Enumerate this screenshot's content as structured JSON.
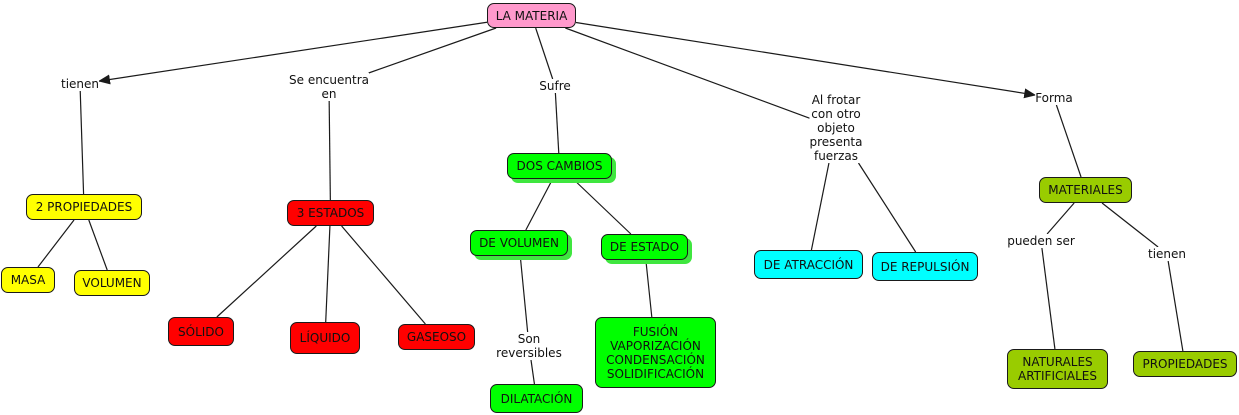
{
  "title": "LA MATERIA",
  "colors": {
    "root": "#ff99cc",
    "yellow": "#ffff00",
    "red": "#ff0000",
    "green": "#00ff00",
    "cyan": "#00ffff",
    "olive": "#99cc00",
    "line": "#1a1a1a"
  },
  "concepts": [
    {
      "id": "la-materia",
      "label": "LA MATERIA",
      "color": "root"
    },
    {
      "id": "2-propiedades",
      "label": "2 PROPIEDADES",
      "color": "yellow"
    },
    {
      "id": "masa",
      "label": "MASA",
      "color": "yellow"
    },
    {
      "id": "volumen",
      "label": "VOLUMEN",
      "color": "yellow"
    },
    {
      "id": "3-estados",
      "label": "3 ESTADOS",
      "color": "red"
    },
    {
      "id": "solido",
      "label": "SÓLIDO",
      "color": "red"
    },
    {
      "id": "liquido",
      "label": "LÍQUIDO",
      "color": "red"
    },
    {
      "id": "gaseoso",
      "label": "GASEOSO",
      "color": "red"
    },
    {
      "id": "dos-cambios",
      "label": "DOS CAMBIOS",
      "color": "green"
    },
    {
      "id": "de-volumen",
      "label": "DE VOLUMEN",
      "color": "green"
    },
    {
      "id": "de-estado",
      "label": "DE ESTADO",
      "color": "green"
    },
    {
      "id": "dilatacion",
      "label": "DILATACIÓN",
      "color": "green"
    },
    {
      "id": "cambios-estado",
      "label": "FUSIÓN\nVAPORIZACIÓN\nCONDENSACIÓN\nSOLIDIFICACIÓN",
      "color": "green"
    },
    {
      "id": "de-atraccion",
      "label": "DE ATRACCIÓN",
      "color": "cyan"
    },
    {
      "id": "de-repulsion",
      "label": "DE REPULSIÓN",
      "color": "cyan"
    },
    {
      "id": "materiales",
      "label": "MATERIALES",
      "color": "olive"
    },
    {
      "id": "naturales-artificiales",
      "label": "NATURALES\nARTIFICIALES",
      "color": "olive"
    },
    {
      "id": "propiedades",
      "label": "PROPIEDADES",
      "color": "olive"
    }
  ],
  "linking_phrases": [
    {
      "id": "tienen-1",
      "label": "tienen"
    },
    {
      "id": "se-encuentra-en",
      "label": "Se encuentra\nen"
    },
    {
      "id": "sufre",
      "label": "Sufre"
    },
    {
      "id": "al-frotar",
      "label": "Al frotar\ncon otro\nobjeto\npresenta\nfuerzas"
    },
    {
      "id": "forma",
      "label": "Forma"
    },
    {
      "id": "son-reversibles",
      "label": "Son\nreversibles"
    },
    {
      "id": "pueden-ser",
      "label": "pueden ser"
    },
    {
      "id": "tienen-2",
      "label": "tienen"
    }
  ],
  "connections": [
    {
      "from": "la-materia",
      "to": "tienen-1",
      "arrow": true
    },
    {
      "from": "tienen-1",
      "to": "2-propiedades",
      "arrow": false
    },
    {
      "from": "2-propiedades",
      "to": "masa",
      "arrow": false
    },
    {
      "from": "2-propiedades",
      "to": "volumen",
      "arrow": false
    },
    {
      "from": "la-materia",
      "to": "se-encuentra-en",
      "arrow": false
    },
    {
      "from": "se-encuentra-en",
      "to": "3-estados",
      "arrow": false
    },
    {
      "from": "3-estados",
      "to": "solido",
      "arrow": false
    },
    {
      "from": "3-estados",
      "to": "liquido",
      "arrow": false
    },
    {
      "from": "3-estados",
      "to": "gaseoso",
      "arrow": false
    },
    {
      "from": "la-materia",
      "to": "sufre",
      "arrow": false
    },
    {
      "from": "sufre",
      "to": "dos-cambios",
      "arrow": false
    },
    {
      "from": "dos-cambios",
      "to": "de-volumen",
      "arrow": false
    },
    {
      "from": "dos-cambios",
      "to": "de-estado",
      "arrow": false
    },
    {
      "from": "de-volumen",
      "to": "son-reversibles",
      "arrow": false
    },
    {
      "from": "son-reversibles",
      "to": "dilatacion",
      "arrow": false
    },
    {
      "from": "de-estado",
      "to": "cambios-estado",
      "arrow": false
    },
    {
      "from": "la-materia",
      "to": "al-frotar",
      "arrow": false
    },
    {
      "from": "al-frotar",
      "to": "de-atraccion",
      "arrow": false
    },
    {
      "from": "al-frotar",
      "to": "de-repulsion",
      "arrow": false
    },
    {
      "from": "la-materia",
      "to": "forma",
      "arrow": true
    },
    {
      "from": "forma",
      "to": "materiales",
      "arrow": false
    },
    {
      "from": "materiales",
      "to": "pueden-ser",
      "arrow": false
    },
    {
      "from": "pueden-ser",
      "to": "naturales-artificiales",
      "arrow": false
    },
    {
      "from": "materiales",
      "to": "tienen-2",
      "arrow": false
    },
    {
      "from": "tienen-2",
      "to": "propiedades",
      "arrow": false
    }
  ]
}
